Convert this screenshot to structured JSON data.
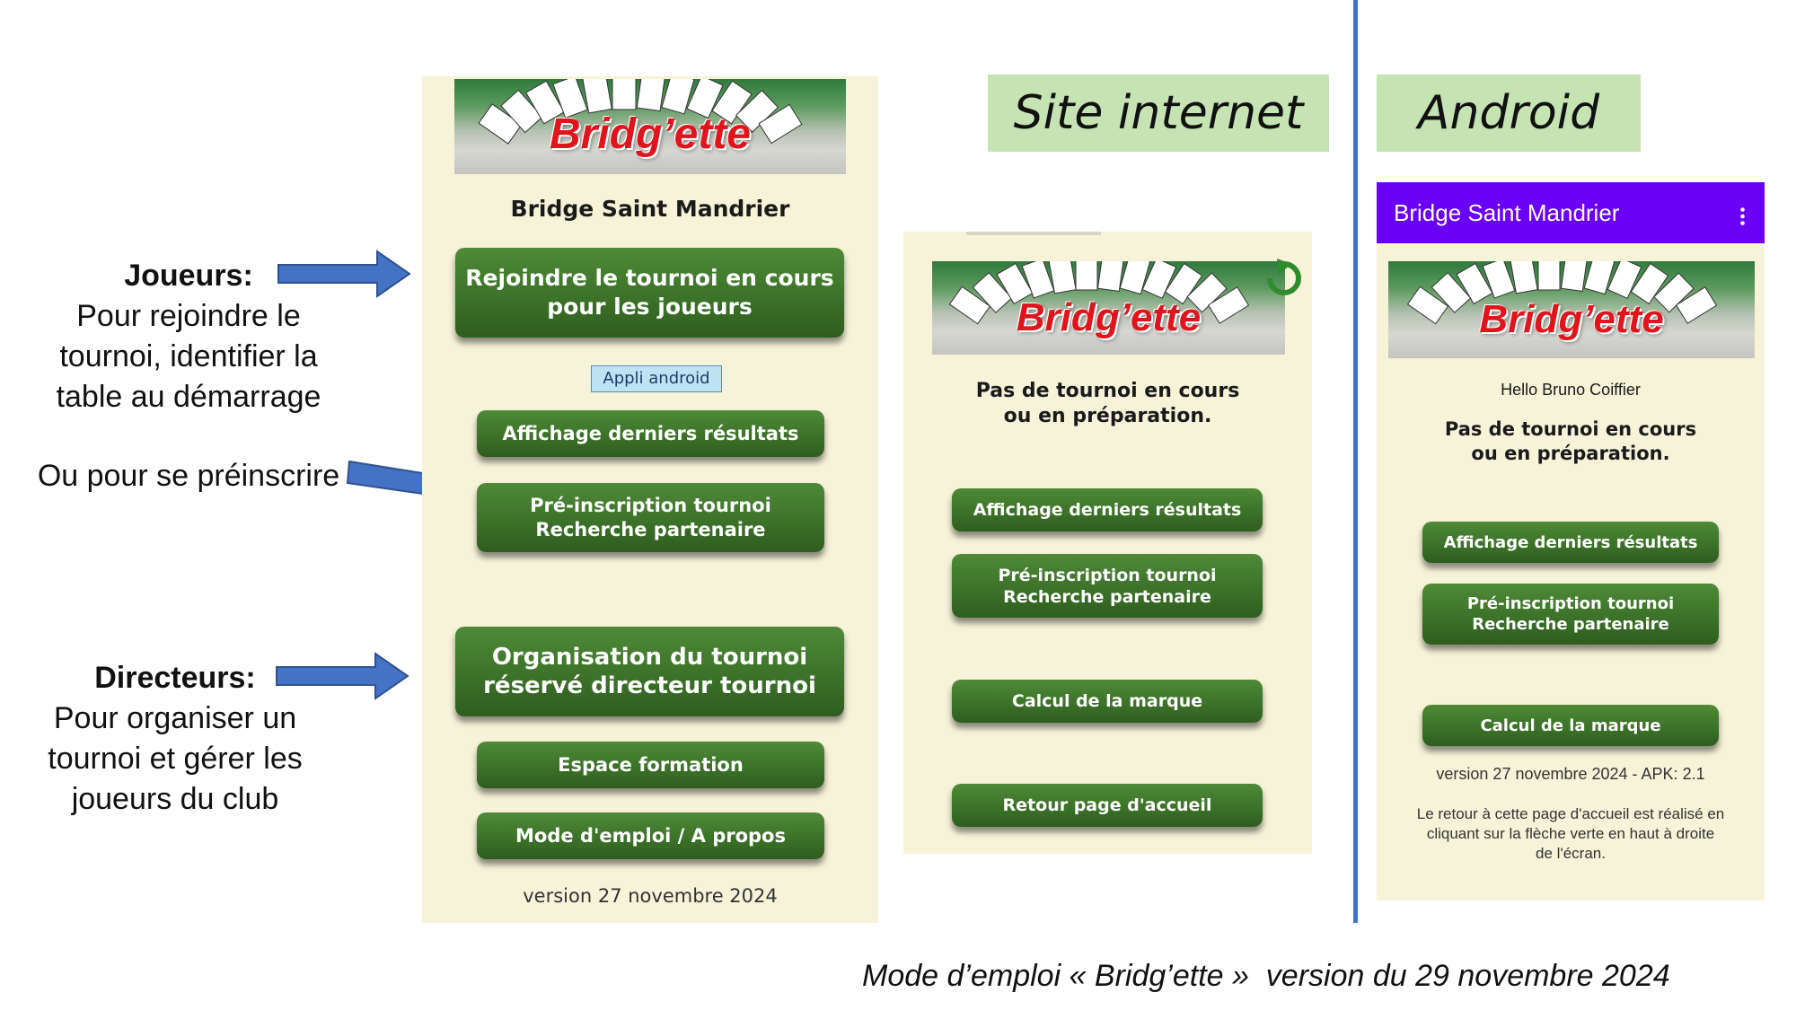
{
  "annotations": {
    "joueurs_title": "Joueurs:",
    "joueurs_lines": [
      "Pour rejoindre le",
      "tournoi, identifier la",
      "table au démarrage"
    ],
    "preinscrire": "Ou pour se préinscrire",
    "directeurs_title": "Directeurs:",
    "directeurs_lines": [
      "Pour organiser un",
      "tournoi et gérer les",
      "joueurs du club"
    ]
  },
  "tags": {
    "site": "Site internet",
    "android": "Android"
  },
  "logo_text": "Bridg’ette",
  "phone_main": {
    "club_name": "Bridge Saint Mandrier",
    "join_button": [
      "Rejoindre le tournoi en cours",
      "pour les joueurs"
    ],
    "android_link": "Appli android",
    "results_button": "Affichage derniers résultats",
    "preinscription_button": [
      "Pré-inscription tournoi",
      "Recherche partenaire"
    ],
    "organisation_button": [
      "Organisation du tournoi",
      "réservé directeur tournoi"
    ],
    "formation_button": "Espace formation",
    "mode_emploi_button": "Mode d'emploi / A propos",
    "version": "version 27 novembre 2024"
  },
  "phone_site": {
    "status": [
      "Pas de tournoi en cours",
      "ou en préparation."
    ],
    "results_button": "Affichage derniers résultats",
    "preinscription_button": [
      "Pré-inscription tournoi",
      "Recherche partenaire"
    ],
    "calcul_button": "Calcul de la marque",
    "retour_button": "Retour page d'accueil"
  },
  "phone_android": {
    "appbar_title": "Bridge Saint Mandrier",
    "menu_icon": "more-vert-icon",
    "greeting": "Hello Bruno Coiffier",
    "status": [
      "Pas de tournoi en cours",
      "ou en préparation."
    ],
    "results_button": "Affichage derniers résultats",
    "preinscription_button": [
      "Pré-inscription tournoi",
      "Recherche partenaire"
    ],
    "calcul_button": "Calcul de la marque",
    "version": "version 27 novembre 2024 - APK: 2.1",
    "info": [
      "Le retour à cette page d'accueil est réalisé en",
      "cliquant sur la flèche verte en haut à droite",
      "de l'écran."
    ]
  },
  "footer": "Mode d’emploi « Bridg’ette »  version du 29 novembre 2024",
  "colors": {
    "button_green": "#3c7229",
    "panel_bg": "#f6f3d9",
    "tag_bg": "#c6e3b4",
    "appbar": "#6a00f4",
    "arrow": "#4472c4",
    "divider": "#4472c4"
  }
}
